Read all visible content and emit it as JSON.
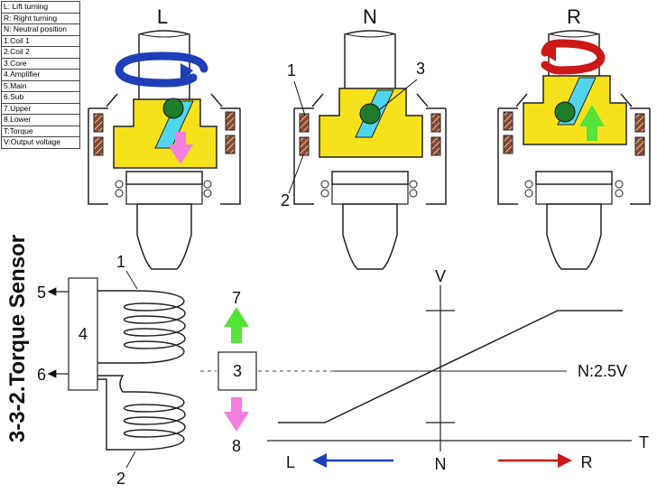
{
  "legend": [
    "L: Lift turning",
    "R: Right turning",
    "N: Neutral position",
    "1.Coil 1",
    "2.Coil 2",
    "3.Core",
    "4.Amplifier",
    "5.Main",
    "6.Sub",
    "7.Upper",
    "8.Lower",
    "T:Torque",
    "V:Output voltage"
  ],
  "title": "3-3-2.Torque Sensor",
  "views": {
    "left_label": "L",
    "neutral_label": "N",
    "right_label": "R",
    "callout_1": "1",
    "callout_2": "2",
    "callout_3": "3"
  },
  "circuit": {
    "coil1": "1",
    "coil2": "2",
    "amplifier": "4",
    "main": "5",
    "sub": "6",
    "core": "3",
    "upper": "7",
    "lower": "8"
  },
  "graph": {
    "v_label": "V",
    "t_label": "T",
    "neutral_value": "N:2.5V",
    "left": "L",
    "center": "N",
    "right": "R"
  },
  "colors": {
    "body_yellow": "#f5e21a",
    "window_cyan": "#4fd6ee",
    "core_green": "#1e7d2a",
    "coil_brown": "#8a4a2e",
    "left_arrow_blue": "#1f3fb8",
    "right_arrow_red": "#cc1818",
    "down_arrow_pink": "#f47fdc",
    "up_arrow_green": "#55e33a"
  }
}
